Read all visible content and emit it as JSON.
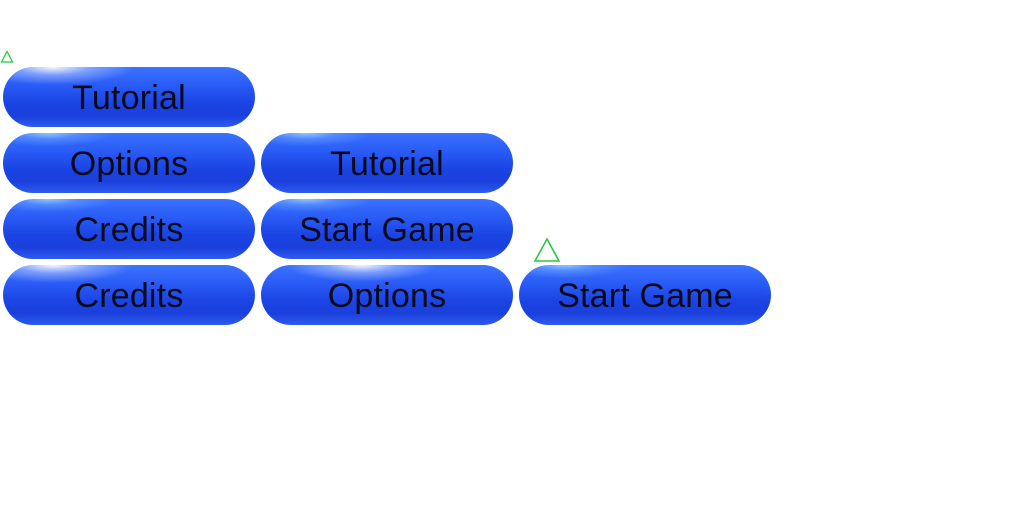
{
  "menus": {
    "col1": [
      {
        "label": "Tutorial"
      },
      {
        "label": "Options"
      },
      {
        "label": "Credits"
      },
      {
        "label": "Credits"
      }
    ],
    "col2": [
      {
        "label": "Tutorial"
      },
      {
        "label": "Start Game"
      },
      {
        "label": "Options"
      }
    ],
    "col3": [
      {
        "label": "Start Game"
      }
    ]
  },
  "icons": {
    "selection_marker": "triangle-outline-icon"
  },
  "colors": {
    "button_blue": "#1f4ff0",
    "button_text": "#0a0a1a",
    "marker_green": "#22cc44"
  }
}
